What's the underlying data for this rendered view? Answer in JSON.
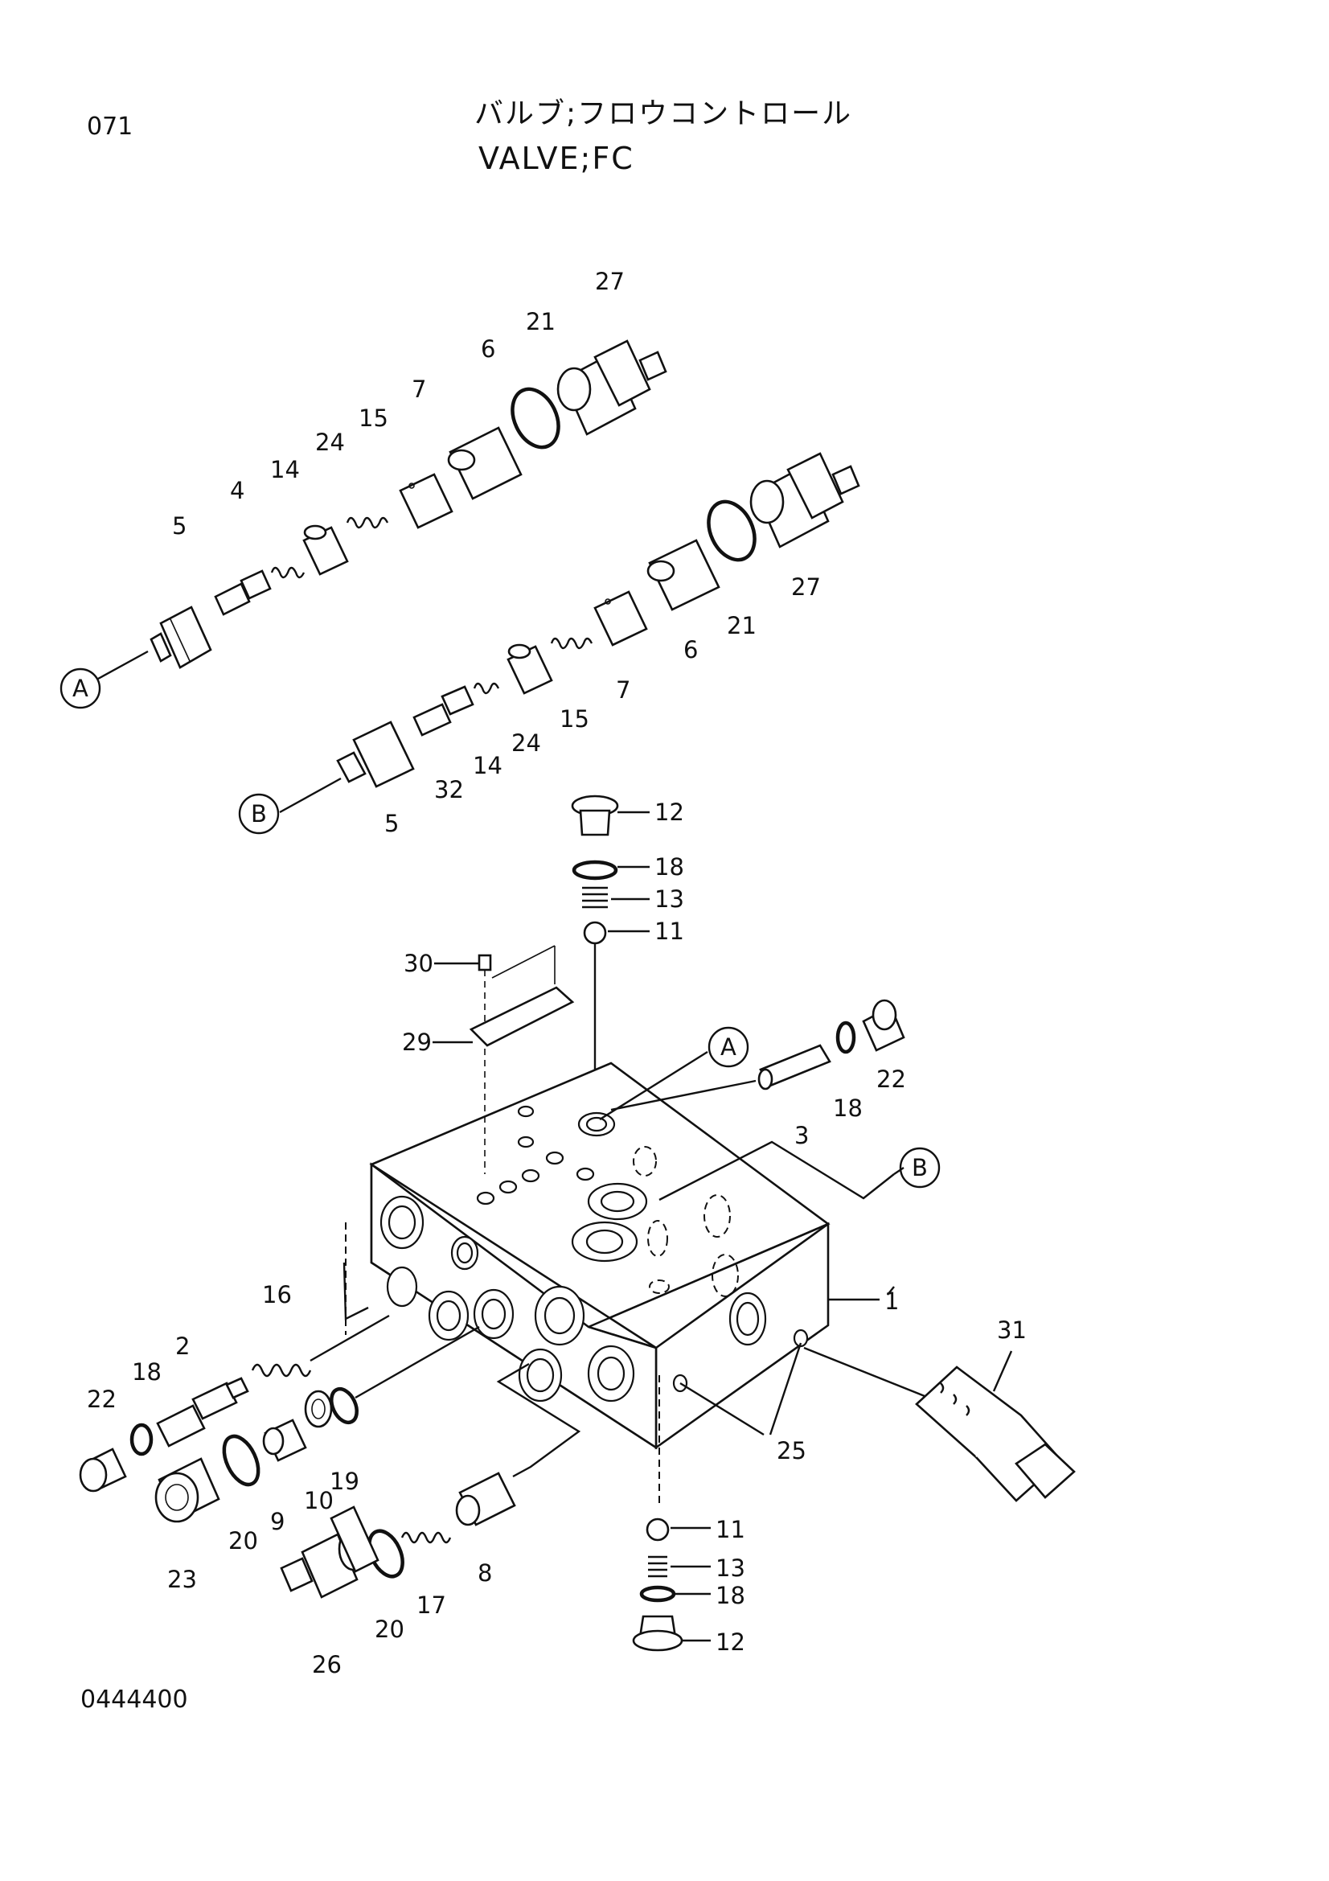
{
  "header": {
    "page_number": "071",
    "title_japanese": "バルブ;フロウコントロール",
    "title_english": "VALVE;FC"
  },
  "footer": {
    "figure_number": "0444400"
  },
  "callouts": {
    "top_assembly": [
      "27",
      "21",
      "6",
      "7",
      "15",
      "24",
      "14",
      "4",
      "5",
      "A"
    ],
    "middle_assembly": [
      "27",
      "21",
      "6",
      "7",
      "15",
      "24",
      "14",
      "32",
      "5",
      "B"
    ],
    "top_plug_stack": [
      "12",
      "18",
      "13",
      "11"
    ],
    "body_top": [
      "30",
      "29",
      "A",
      "3",
      "18",
      "22",
      "B",
      "1"
    ],
    "left_assembly": [
      "16",
      "2",
      "18",
      "22",
      "19",
      "10",
      "9",
      "20",
      "23",
      "8",
      "17",
      "20",
      "26"
    ],
    "right_side": [
      "31",
      "25"
    ],
    "bottom_plug_stack": [
      "11",
      "13",
      "18",
      "12"
    ]
  }
}
